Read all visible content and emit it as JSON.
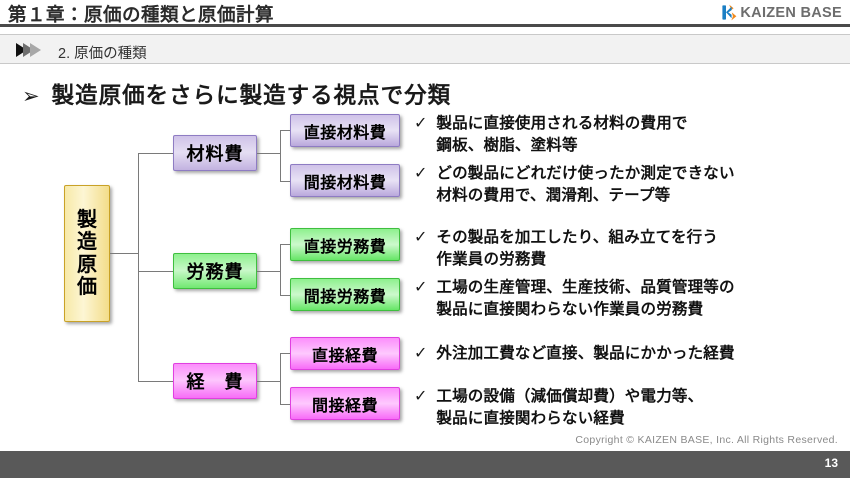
{
  "header": {
    "chapter_title": "第１章：原価の種類と原価計算",
    "logo_text": "KAIZEN BASE",
    "logo_icon": "kaizen-base-logo-icon",
    "logo_blue": "#1b7fc4",
    "logo_orange": "#f08a1e",
    "logo_gray": "#6d6d6d"
  },
  "section": {
    "arrow_icon": "triple-chevron-right-icon",
    "title": "2. 原価の種類"
  },
  "heading": {
    "bullet_icon": "arrow-bullet-icon",
    "bullet": "➢",
    "text": "製造原価をさらに製造する視点で分類"
  },
  "diagram": {
    "root": {
      "label": "製造原価",
      "chars": [
        "製",
        "造",
        "原",
        "価"
      ],
      "color": "#f7e9a8",
      "border": "#c9a227"
    },
    "branches": [
      {
        "label": "材料費",
        "color": "#cfc2e8",
        "border": "#8e7cc3",
        "children": [
          {
            "label": "直接材料費",
            "check": "✓",
            "desc_lines": [
              "製品に直接使用される材料の費用で",
              "鋼板、樹脂、塗料等"
            ]
          },
          {
            "label": "間接材料費",
            "check": "✓",
            "desc_lines": [
              "どの製品にどれだけ使ったか測定できない",
              "材料の費用で、潤滑剤、テープ等"
            ]
          }
        ]
      },
      {
        "label": "労務費",
        "color": "#8ef08e",
        "border": "#3fbf3f",
        "children": [
          {
            "label": "直接労務費",
            "check": "✓",
            "desc_lines": [
              "その製品を加工したり、組み立てを行う",
              "作業員の労務費"
            ]
          },
          {
            "label": "間接労務費",
            "check": "✓",
            "desc_lines": [
              "工場の生産管理、生産技術、品質管理等の",
              "製品に直接関わらない作業員の労務費"
            ]
          }
        ]
      },
      {
        "label": "経　費",
        "color": "#fb8efb",
        "border": "#e040e0",
        "children": [
          {
            "label": "直接経費",
            "check": "✓",
            "desc_lines": [
              "外注加工費など直接、製品にかかった経費"
            ]
          },
          {
            "label": "間接経費",
            "check": "✓",
            "desc_lines": [
              "工場の設備（減価償却費）や電力等、",
              "製品に直接関わらない経費"
            ]
          }
        ]
      }
    ]
  },
  "footer": {
    "copyright": "Copyright ©  KAIZEN BASE, Inc.  All Rights Reserved.",
    "page_number": "13",
    "bar_color": "#595959"
  }
}
